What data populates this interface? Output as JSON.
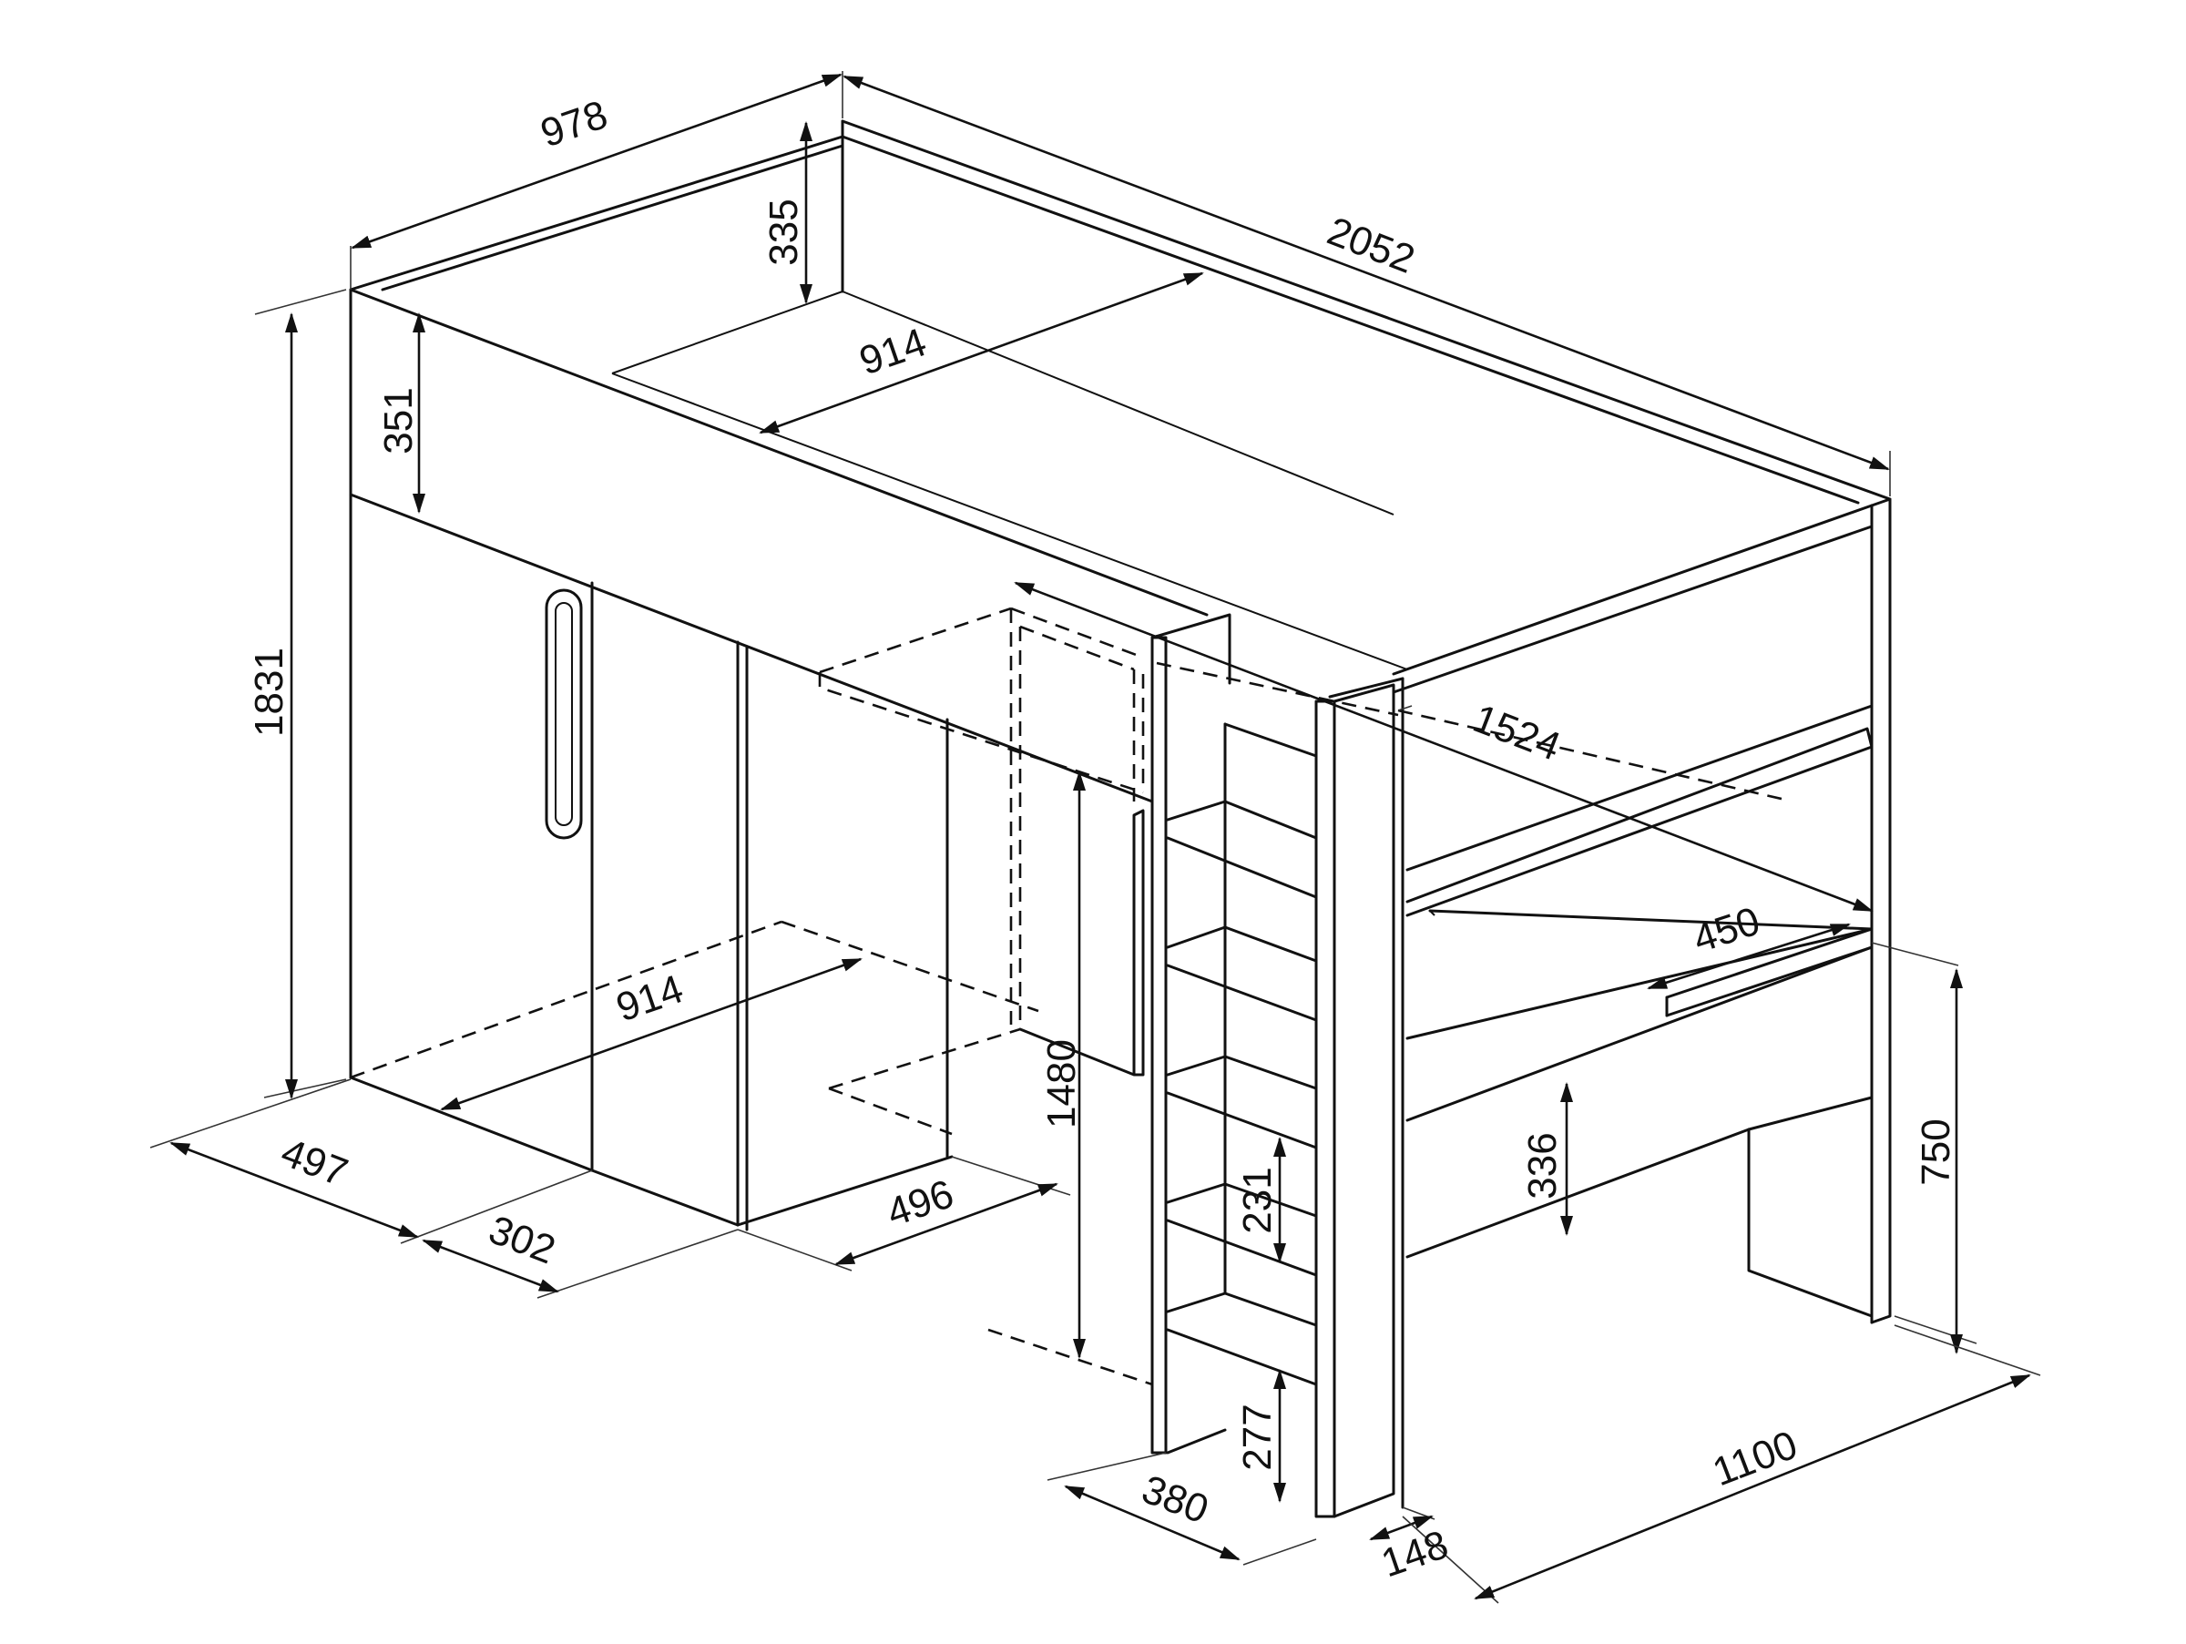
{
  "diagram": {
    "dimensions": {
      "total_width": "978",
      "total_length": "2052",
      "top_rail_height": "335",
      "head_panel_height": "351",
      "mattress_width": "914",
      "total_height": "1831",
      "desk_length": "1524",
      "desk_depth": "450",
      "under_wardrobe_width": "914",
      "clearance_height": "1480",
      "shelf_spacing": "336",
      "desk_height": "750",
      "step_spacing": "231",
      "first_step_height": "277",
      "wardrobe_depth": "497",
      "door_width": "302",
      "opening_width": "496",
      "ladder_depth": "380",
      "ladder_width": "148",
      "desk_unit_width": "1100"
    }
  }
}
